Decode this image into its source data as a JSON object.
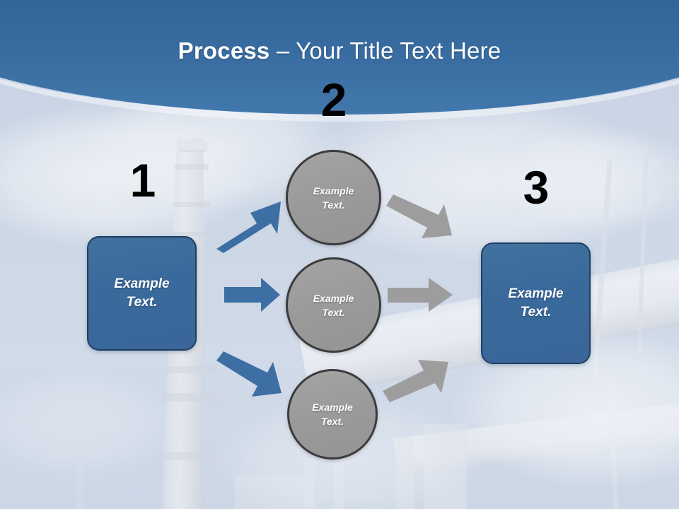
{
  "slide": {
    "title_strong": "Process",
    "title_rest": " – Your Title Text Here",
    "background_description": "industrial plant smokestack and pipeline under a cloudy sky",
    "colors": {
      "banner_dark": "#1b3f6b",
      "banner_light": "#4278ac",
      "box_fill": "#3a6a9c",
      "box_border": "#1d3f62",
      "circle_fill": "#9b9b9b",
      "circle_border": "#3b3b3d",
      "arrow_blue": "#3d6fa4",
      "arrow_gray": "#9d9d9d",
      "number_color": "#000000",
      "page_background": "#ccd7e6"
    }
  },
  "steps": [
    {
      "number": "1",
      "label": "Example\nText."
    },
    {
      "number": "2",
      "label": ""
    },
    {
      "number": "3",
      "label": "Example\nText."
    }
  ],
  "nodes": {
    "start_box": {
      "text": "Example\nText."
    },
    "end_box": {
      "text": "Example\nText."
    },
    "circles": [
      {
        "text": "Example\nText."
      },
      {
        "text": "Example\nText."
      },
      {
        "text": "Example\nText."
      }
    ]
  },
  "arrows": [
    {
      "name": "start-to-top-circle",
      "color": "#3d6fa4",
      "direction": "up-right"
    },
    {
      "name": "start-to-middle-circle",
      "color": "#3d6fa4",
      "direction": "right"
    },
    {
      "name": "start-to-bottom-circle",
      "color": "#3d6fa4",
      "direction": "down-right"
    },
    {
      "name": "top-circle-to-end",
      "color": "#9d9d9d",
      "direction": "down-right"
    },
    {
      "name": "middle-circle-to-end",
      "color": "#9d9d9d",
      "direction": "right"
    },
    {
      "name": "bottom-circle-to-end",
      "color": "#9d9d9d",
      "direction": "up-right"
    }
  ]
}
